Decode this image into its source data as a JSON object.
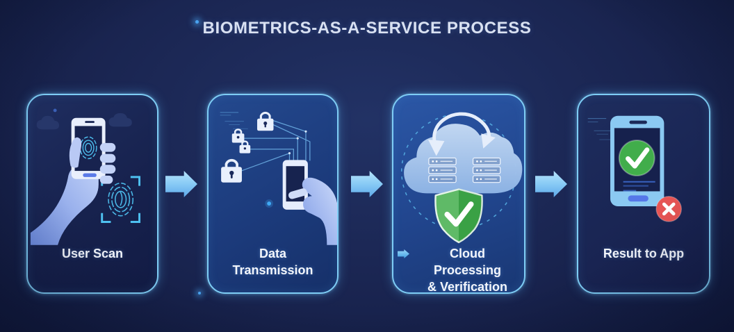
{
  "title": "BIOMETRICS-AS-A-SERVICE PROCESS",
  "steps": [
    {
      "name": "user-scan",
      "icon": "hand-holding-phone-fingerprint-scan-icon",
      "lines": [
        "User Scan"
      ]
    },
    {
      "name": "data-transmission",
      "icon": "encrypted-padlocks-to-phone-icon",
      "lines": [
        "Data",
        "Transmission"
      ]
    },
    {
      "name": "cloud-processing-verification",
      "icon": "cloud-servers-shield-check-icon",
      "bullet_icon": "arrow-bullet-icon",
      "lines": [
        "Cloud Processing",
        "& Verification"
      ]
    },
    {
      "name": "result-to-app",
      "icon": "phone-success-check-error-cross-icon",
      "lines": [
        "Result to App"
      ]
    }
  ],
  "flow": {
    "arrow_icon": "right-block-arrow-icon",
    "count": 3
  },
  "colors": {
    "background_center": "#223265",
    "background_edge": "#0c1233",
    "card_border": "#7ecdf5",
    "accent_cyan": "#4ec1f0",
    "success_green": "#41ad4b",
    "error_red": "#e65454",
    "arrow_fill": "#8ccdf6",
    "title_text": "#d9e1f2",
    "label_text": "#f3f6fc"
  }
}
